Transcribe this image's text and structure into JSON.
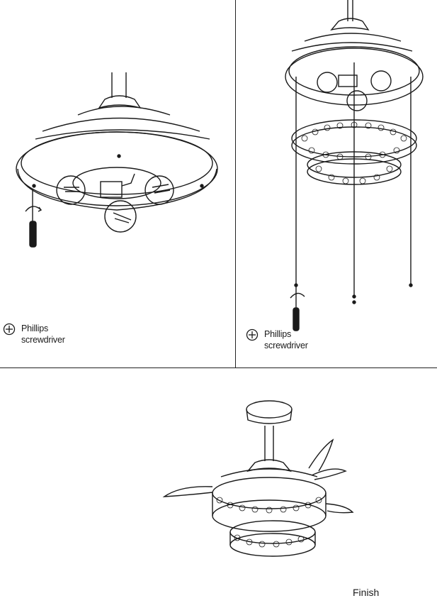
{
  "steps": [
    {
      "tool": {
        "icon": "phillips-screwdriver-icon",
        "line1": "Phillips",
        "line2": "screwdriver"
      }
    },
    {
      "tool": {
        "icon": "phillips-screwdriver-icon",
        "line1": "Phillips",
        "line2": "screwdriver"
      }
    }
  ],
  "final": {
    "label": "Finish"
  }
}
